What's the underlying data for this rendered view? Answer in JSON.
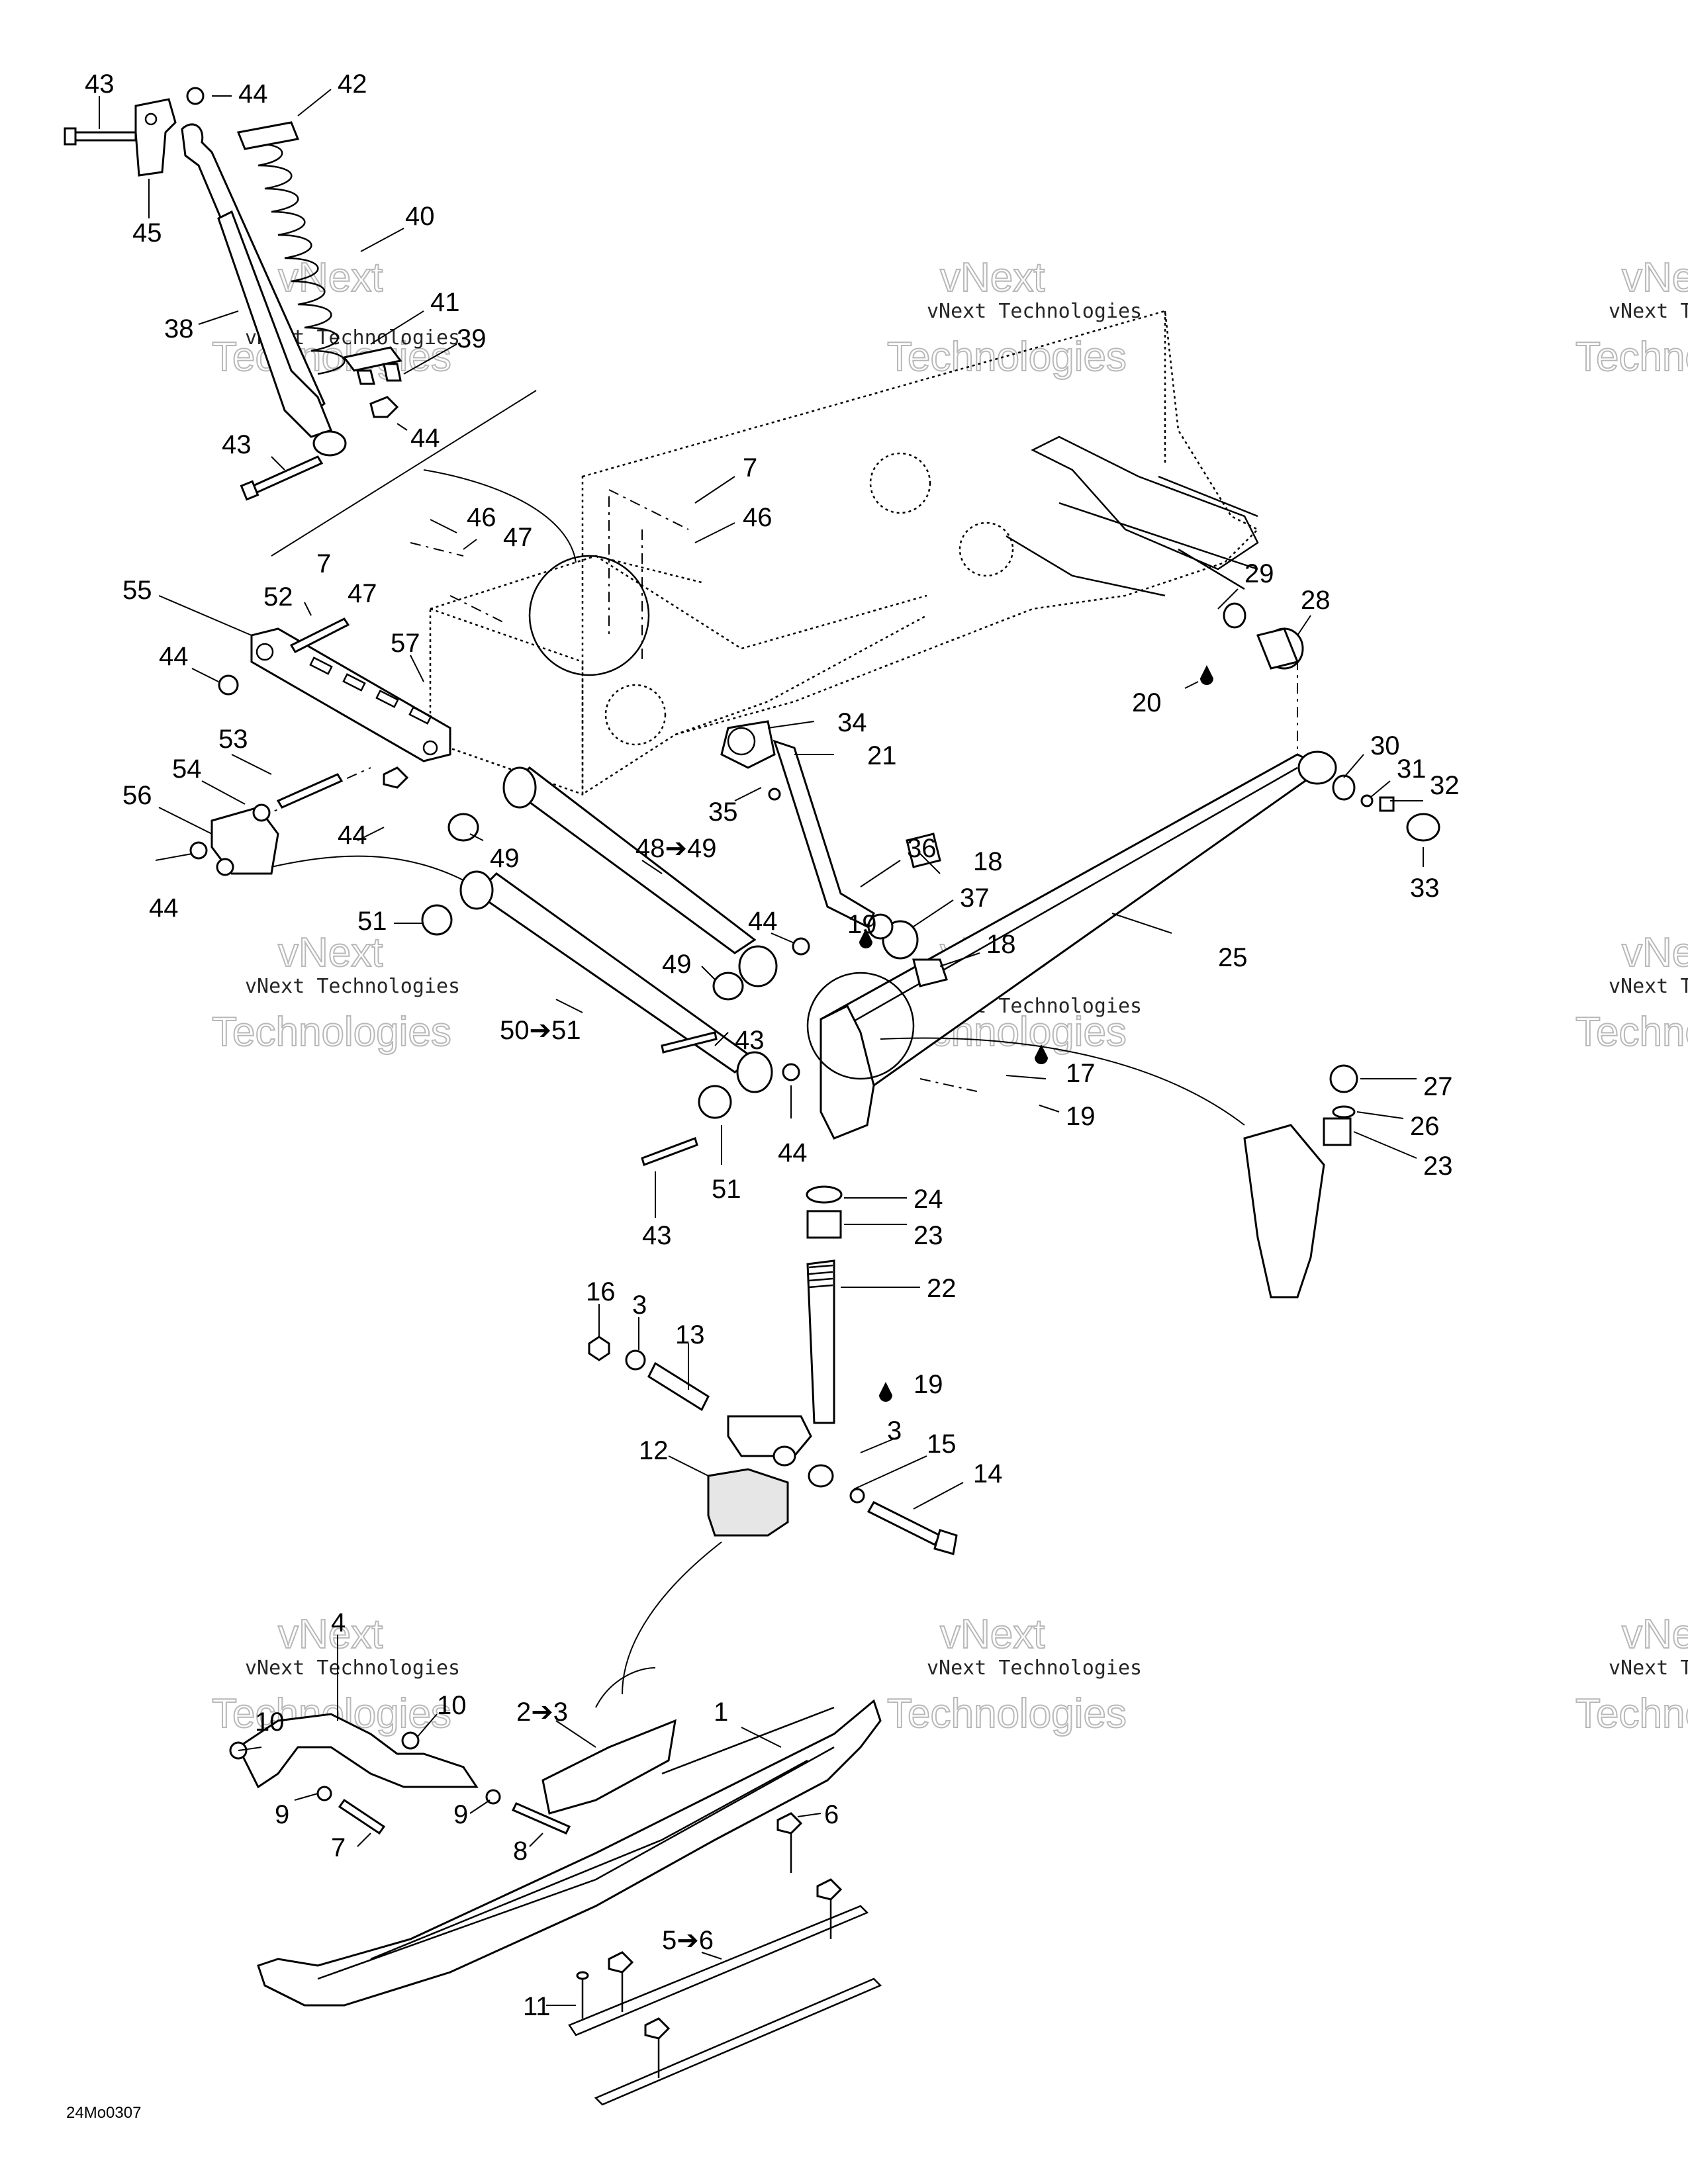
{
  "drawing_code": "24Mo0307",
  "watermark": {
    "line1": "vNext Technologies",
    "line2": "vNext",
    "line3": "Technologies"
  },
  "callouts": [
    {
      "id": "c43a",
      "text": "43"
    },
    {
      "id": "c44a",
      "text": "44"
    },
    {
      "id": "c42",
      "text": "42"
    },
    {
      "id": "c45",
      "text": "45"
    },
    {
      "id": "c40",
      "text": "40"
    },
    {
      "id": "c38",
      "text": "38"
    },
    {
      "id": "c41",
      "text": "41"
    },
    {
      "id": "c39",
      "text": "39"
    },
    {
      "id": "c43b",
      "text": "43"
    },
    {
      "id": "c44b",
      "text": "44"
    },
    {
      "id": "c7a",
      "text": "7"
    },
    {
      "id": "c46a",
      "text": "46"
    },
    {
      "id": "c47a",
      "text": "47"
    },
    {
      "id": "c46b",
      "text": "46"
    },
    {
      "id": "c7b",
      "text": "7"
    },
    {
      "id": "c47b",
      "text": "47"
    },
    {
      "id": "c55",
      "text": "55"
    },
    {
      "id": "c52",
      "text": "52"
    },
    {
      "id": "c57",
      "text": "57"
    },
    {
      "id": "c44c",
      "text": "44"
    },
    {
      "id": "c29",
      "text": "29"
    },
    {
      "id": "c28",
      "text": "28"
    },
    {
      "id": "c20",
      "text": "20"
    },
    {
      "id": "c34",
      "text": "34"
    },
    {
      "id": "c21",
      "text": "21"
    },
    {
      "id": "c53",
      "text": "53"
    },
    {
      "id": "c54",
      "text": "54"
    },
    {
      "id": "c56",
      "text": "56"
    },
    {
      "id": "c44d",
      "text": "44"
    },
    {
      "id": "c35",
      "text": "35"
    },
    {
      "id": "c30",
      "text": "30"
    },
    {
      "id": "c31",
      "text": "31"
    },
    {
      "id": "c32",
      "text": "32"
    },
    {
      "id": "c33",
      "text": "33"
    },
    {
      "id": "c44e",
      "text": "44"
    },
    {
      "id": "c49a",
      "text": "49"
    },
    {
      "id": "c4849",
      "text": "48➔49"
    },
    {
      "id": "c36",
      "text": "36"
    },
    {
      "id": "c18a",
      "text": "18"
    },
    {
      "id": "c37",
      "text": "37"
    },
    {
      "id": "c51a",
      "text": "51"
    },
    {
      "id": "c44f",
      "text": "44"
    },
    {
      "id": "c19a",
      "text": "19"
    },
    {
      "id": "c18b",
      "text": "18"
    },
    {
      "id": "c25",
      "text": "25"
    },
    {
      "id": "c49b",
      "text": "49"
    },
    {
      "id": "c5051",
      "text": "50➔51"
    },
    {
      "id": "c43c",
      "text": "43"
    },
    {
      "id": "c17",
      "text": "17"
    },
    {
      "id": "c19b",
      "text": "19"
    },
    {
      "id": "c27",
      "text": "27"
    },
    {
      "id": "c26",
      "text": "26"
    },
    {
      "id": "c23a",
      "text": "23"
    },
    {
      "id": "c44g",
      "text": "44"
    },
    {
      "id": "c51b",
      "text": "51"
    },
    {
      "id": "c24",
      "text": "24"
    },
    {
      "id": "c23b",
      "text": "23"
    },
    {
      "id": "c43d",
      "text": "43"
    },
    {
      "id": "c22",
      "text": "22"
    },
    {
      "id": "c16",
      "text": "16"
    },
    {
      "id": "c3a",
      "text": "3"
    },
    {
      "id": "c13",
      "text": "13"
    },
    {
      "id": "c19c",
      "text": "19"
    },
    {
      "id": "c12",
      "text": "12"
    },
    {
      "id": "c3b",
      "text": "3"
    },
    {
      "id": "c15",
      "text": "15"
    },
    {
      "id": "c14",
      "text": "14"
    },
    {
      "id": "c4",
      "text": "4"
    },
    {
      "id": "c10a",
      "text": "10"
    },
    {
      "id": "c10b",
      "text": "10"
    },
    {
      "id": "c23c",
      "text": "2➔3"
    },
    {
      "id": "c1",
      "text": "1"
    },
    {
      "id": "c9a",
      "text": "9"
    },
    {
      "id": "c7c",
      "text": "7"
    },
    {
      "id": "c9b",
      "text": "9"
    },
    {
      "id": "c8",
      "text": "8"
    },
    {
      "id": "c6",
      "text": "6"
    },
    {
      "id": "c56b",
      "text": "5➔6"
    },
    {
      "id": "c11",
      "text": "11"
    }
  ]
}
